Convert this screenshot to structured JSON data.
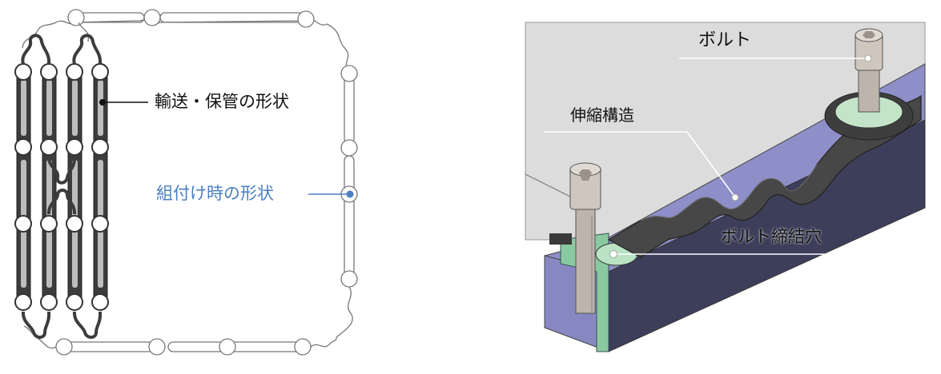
{
  "left_figure": {
    "transport_label": "輸送・保管の形状",
    "assembly_label": "組付け時の形状"
  },
  "right_figure": {
    "bolt_label": "ボルト",
    "structure_label": "伸縮構造",
    "hole_label": "ボルト締結穴"
  },
  "colors": {
    "assembly_accent": "#4a7fc1",
    "dark_part": "#3c3c3c",
    "base_block": "#7d7eb6",
    "green_sleeve": "#8bc9a0",
    "background_panel": "#dcdcdc"
  }
}
